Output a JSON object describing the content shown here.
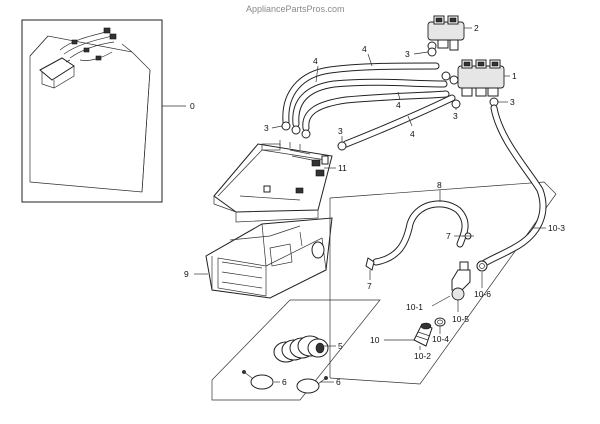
{
  "watermark": "AppliancePartsPros.com",
  "labels": {
    "l0": "0",
    "l1": "1",
    "l2": "2",
    "l3a": "3",
    "l3b": "3",
    "l3c": "3",
    "l3d": "3",
    "l3e": "3",
    "l4a": "4",
    "l4b": "4",
    "l4c": "4",
    "l4d": "4",
    "l5": "5",
    "l6a": "6",
    "l6b": "6",
    "l7a": "7",
    "l7b": "7",
    "l8": "8",
    "l9": "9",
    "l10": "10",
    "l10_1": "10-1",
    "l10_2": "10-2",
    "l10_3": "10-3",
    "l10_4": "10-4",
    "l10_5": "10-5",
    "l10_6": "10-6",
    "l11": "11"
  }
}
